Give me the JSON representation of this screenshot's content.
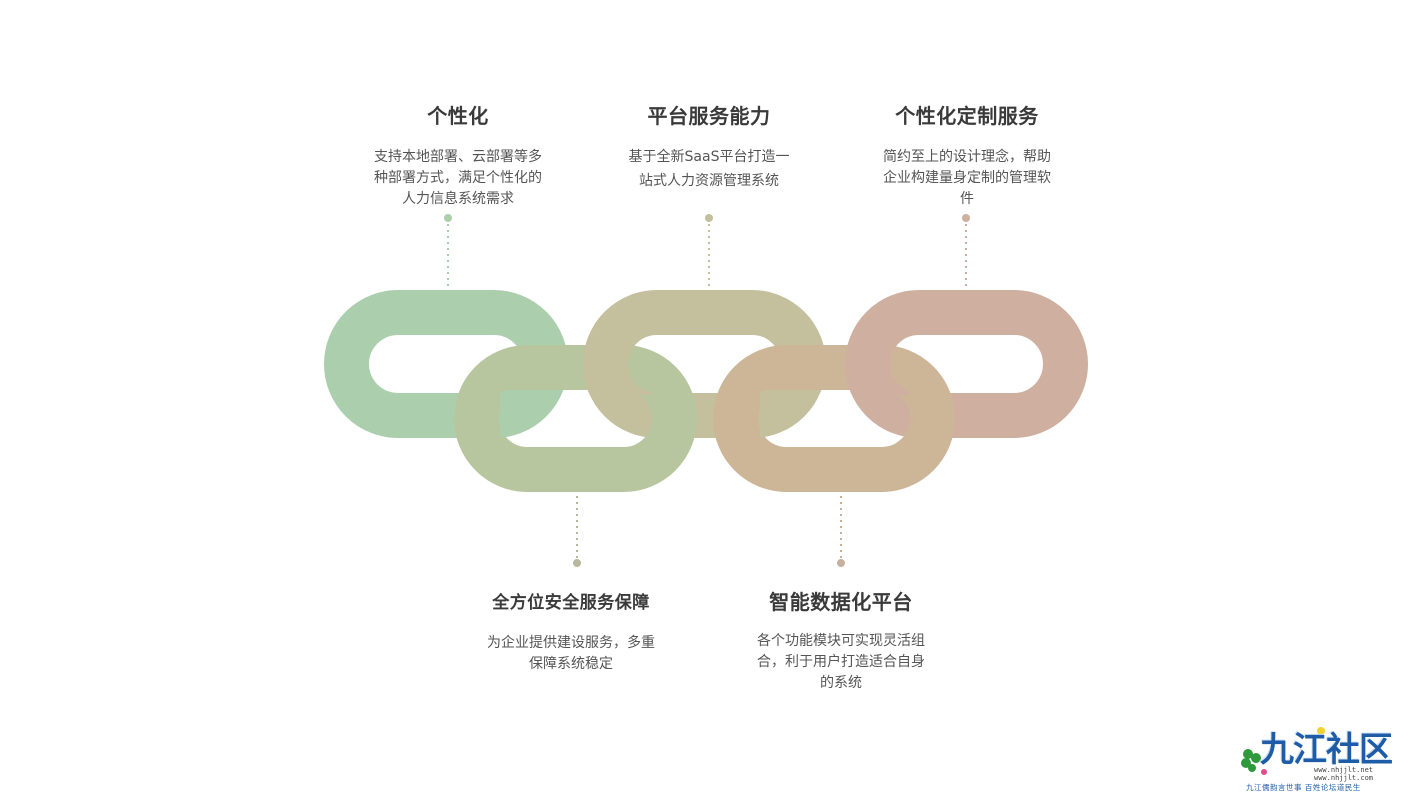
{
  "colors": {
    "link1": "#abcfad",
    "link2": "#b8c6a0",
    "link3": "#c4bf9c",
    "link4": "#cdb698",
    "link5": "#cfb0a0",
    "title_text": "#3a3a3a",
    "desc_text": "#555555"
  },
  "top_items": [
    {
      "title": "个性化",
      "desc_lines": [
        "支持本地部署、云部署等多",
        "种部署方式，满足个性化的",
        "人力信息系统需求"
      ]
    },
    {
      "title": "平台服务能力",
      "desc_lines": [
        "基于全新SaaS平台打造一",
        "站式人力资源管理系统"
      ]
    },
    {
      "title": "个性化定制服务",
      "desc_lines": [
        "简约至上的设计理念，帮助",
        "企业构建量身定制的管理软",
        "件"
      ]
    }
  ],
  "bottom_items": [
    {
      "title": "全方位安全服务保障",
      "desc_lines": [
        "为企业提供建设服务，多重",
        "保障系统稳定"
      ]
    },
    {
      "title": "智能数据化平台",
      "desc_lines": [
        "各个功能模块可实现灵活组",
        "合，利于用户打造适合自身",
        "的系统"
      ]
    }
  ],
  "watermark": {
    "title": "九江社区",
    "url1": "www.nhjjlt.net",
    "url2": "www.nhjjlt.com",
    "slogan": "九江儒韵言世事  百姓论坛道民生"
  }
}
